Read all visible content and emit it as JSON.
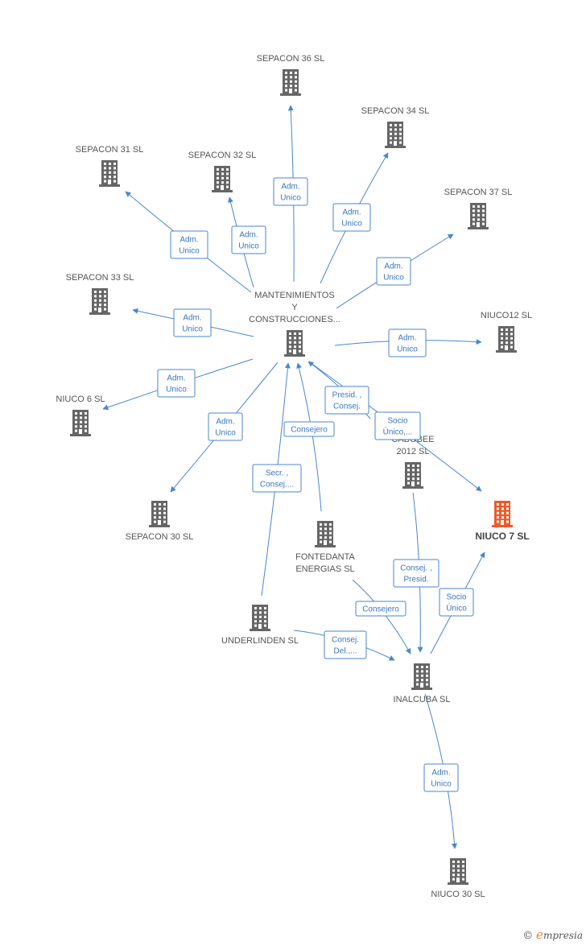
{
  "nodes": {
    "center": {
      "label": [
        "MANTENIMIENTOS",
        "Y",
        "CONSTRUCCIONES..."
      ],
      "highlight": false
    },
    "sepacon36": {
      "label": [
        "SEPACON 36  SL"
      ],
      "highlight": false
    },
    "sepacon34": {
      "label": [
        "SEPACON 34  SL"
      ],
      "highlight": false
    },
    "sepacon31": {
      "label": [
        "SEPACON 31  SL"
      ],
      "highlight": false
    },
    "sepacon32": {
      "label": [
        "SEPACON 32  SL"
      ],
      "highlight": false
    },
    "sepacon37": {
      "label": [
        "SEPACON 37  SL"
      ],
      "highlight": false
    },
    "sepacon33": {
      "label": [
        "SEPACON 33  SL"
      ],
      "highlight": false
    },
    "niuco12": {
      "label": [
        "NIUCO12 SL"
      ],
      "highlight": false
    },
    "niuco6": {
      "label": [
        "NIUCO 6 SL"
      ],
      "highlight": false
    },
    "sepacon30": {
      "label": [
        "SEPACON 30  SL"
      ],
      "highlight": false
    },
    "cabobee": {
      "label": [
        "CABOBEE",
        "2012 SL"
      ],
      "highlight": false
    },
    "niuco7": {
      "label": [
        "NIUCO 7 SL"
      ],
      "highlight": true
    },
    "fontedanta": {
      "label": [
        "FONTEDANTA",
        "ENERGIAS SL"
      ],
      "highlight": false
    },
    "underlinden": {
      "label": [
        "UNDERLINDEN SL"
      ],
      "highlight": false
    },
    "inalcuba": {
      "label": [
        "INALCUBA SL"
      ],
      "highlight": false
    },
    "niuco30": {
      "label": [
        "NIUCO 30  SL"
      ],
      "highlight": false
    }
  },
  "edges": [
    {
      "from": "center",
      "to": "sepacon36",
      "label": [
        "Adm.",
        "Unico"
      ]
    },
    {
      "from": "center",
      "to": "sepacon34",
      "label": [
        "Adm.",
        "Unico"
      ]
    },
    {
      "from": "center",
      "to": "sepacon31",
      "label": [
        "Adm.",
        "Unico"
      ]
    },
    {
      "from": "center",
      "to": "sepacon32",
      "label": [
        "Adm.",
        "Unico"
      ]
    },
    {
      "from": "center",
      "to": "sepacon37",
      "label": [
        "Adm.",
        "Unico"
      ]
    },
    {
      "from": "center",
      "to": "sepacon33",
      "label": [
        "Adm.",
        "Unico"
      ]
    },
    {
      "from": "center",
      "to": "niuco12",
      "label": [
        "Adm.",
        "Unico"
      ]
    },
    {
      "from": "center",
      "to": "niuco6",
      "label": [
        "Adm.",
        "Unico"
      ]
    },
    {
      "from": "center",
      "to": "sepacon30",
      "label": [
        "Adm.",
        "Unico"
      ]
    },
    {
      "from": "cabobee",
      "to": "center",
      "label": [
        "Presid. ,",
        "Consej."
      ]
    },
    {
      "from": "center",
      "to": "niuco7",
      "label": [
        "Socio",
        "Único,..."
      ]
    },
    {
      "from": "fontedanta",
      "to": "center",
      "label": [
        "Consejero"
      ]
    },
    {
      "from": "underlinden",
      "to": "center",
      "label": [
        "Secr. ,",
        "Consej...."
      ]
    },
    {
      "from": "cabobee",
      "to": "inalcuba",
      "label": [
        "Consej. ,",
        "Presid."
      ]
    },
    {
      "from": "fontedanta",
      "to": "inalcuba",
      "label": [
        "Consejero"
      ]
    },
    {
      "from": "underlinden",
      "to": "inalcuba",
      "label": [
        "Consej.",
        "Del.,..."
      ]
    },
    {
      "from": "inalcuba",
      "to": "niuco7",
      "label": [
        "Socio",
        "Único"
      ]
    },
    {
      "from": "inalcuba",
      "to": "niuco30",
      "label": [
        "Adm.",
        "Unico"
      ]
    }
  ],
  "colors": {
    "edge": "#4a86d0",
    "node": "#666666",
    "highlight": "#f05a28",
    "label": "#555555"
  },
  "icons": {
    "company": "building-icon"
  },
  "watermark": {
    "copyright": "©",
    "brand_initial": "e",
    "brand_rest": "mpresia"
  }
}
